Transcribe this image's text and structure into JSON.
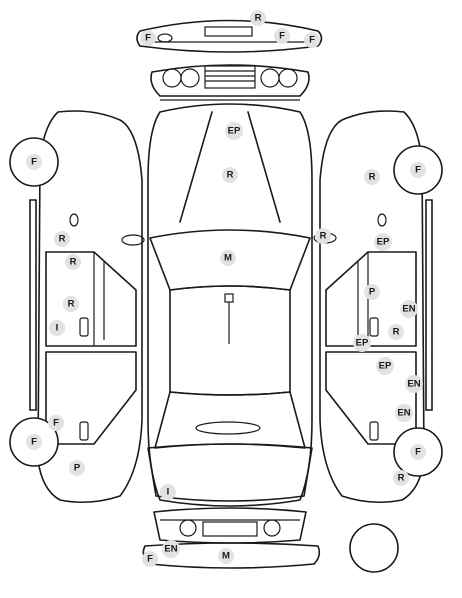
{
  "diagram": {
    "damage_markers": {
      "front_bumper": [
        {
          "id": "fb-r",
          "code": "R"
        },
        {
          "id": "fb-f1",
          "code": "F"
        },
        {
          "id": "fb-f2",
          "code": "F"
        },
        {
          "id": "fb-f3",
          "code": "F"
        }
      ],
      "top_view": [
        {
          "id": "hood-ep",
          "code": "EP"
        },
        {
          "id": "hood-r",
          "code": "R"
        },
        {
          "id": "mirror-r",
          "code": "R"
        },
        {
          "id": "roof-m",
          "code": "M"
        },
        {
          "id": "trunk-i",
          "code": "I"
        }
      ],
      "left_side": [
        {
          "id": "l-front-wheel",
          "code": "F"
        },
        {
          "id": "l-r1",
          "code": "R"
        },
        {
          "id": "l-r2",
          "code": "R"
        },
        {
          "id": "l-r3",
          "code": "R"
        },
        {
          "id": "l-i",
          "code": "I"
        },
        {
          "id": "l-f-small",
          "code": "F"
        },
        {
          "id": "l-rear-wheel",
          "code": "F"
        },
        {
          "id": "l-p",
          "code": "P"
        }
      ],
      "right_side": [
        {
          "id": "r-front-wheel",
          "code": "F"
        },
        {
          "id": "r-r1",
          "code": "R"
        },
        {
          "id": "r-ep1",
          "code": "EP"
        },
        {
          "id": "r-p",
          "code": "P"
        },
        {
          "id": "r-en1",
          "code": "EN"
        },
        {
          "id": "r-r2",
          "code": "R"
        },
        {
          "id": "r-ep2",
          "code": "EP"
        },
        {
          "id": "r-ep3",
          "code": "EP"
        },
        {
          "id": "r-en2",
          "code": "EN"
        },
        {
          "id": "r-en3",
          "code": "EN"
        },
        {
          "id": "r-rear-wheel",
          "code": "F"
        },
        {
          "id": "r-r3",
          "code": "R"
        }
      ],
      "rear_bumper": [
        {
          "id": "rb-en",
          "code": "EN"
        },
        {
          "id": "rb-m",
          "code": "M"
        },
        {
          "id": "rb-f",
          "code": "F"
        }
      ]
    }
  }
}
